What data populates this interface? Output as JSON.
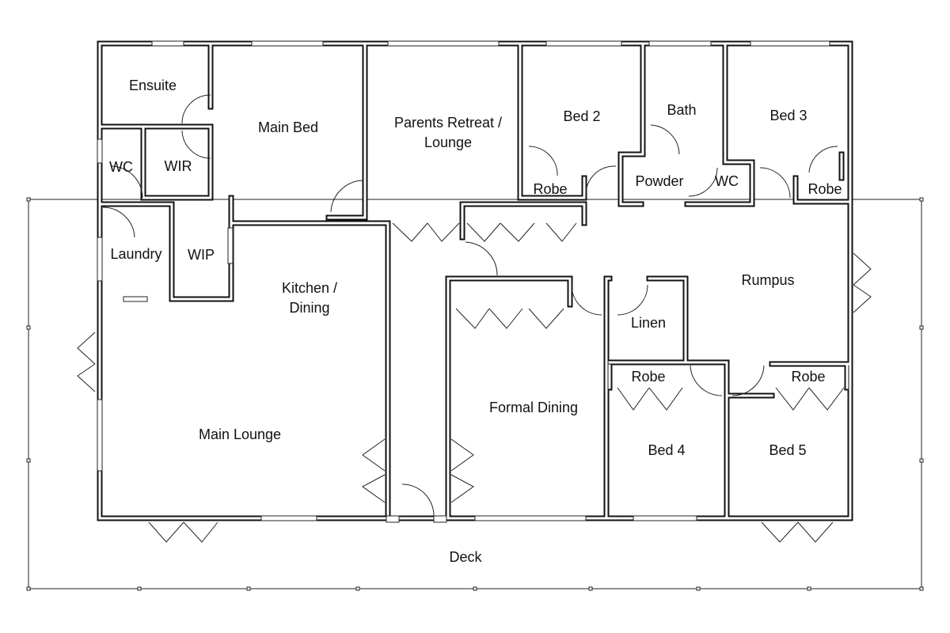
{
  "rooms": {
    "ensuite": "Ensuite",
    "main_bed": "Main Bed",
    "parents_retreat_1": "Parents Retreat /",
    "parents_retreat_2": "Lounge",
    "bed_2": "Bed 2",
    "bath": "Bath",
    "bed_3": "Bed 3",
    "wc_1": "WC",
    "wir": "WIR",
    "robe_1": "Robe",
    "powder": "Powder",
    "wc_2": "WC",
    "robe_2": "Robe",
    "laundry": "Laundry",
    "wip": "WIP",
    "kitchen_1": "Kitchen /",
    "kitchen_2": "Dining",
    "rumpus": "Rumpus",
    "linen": "Linen",
    "robe_3": "Robe",
    "robe_4": "Robe",
    "formal_dining": "Formal Dining",
    "main_lounge": "Main Lounge",
    "bed_4": "Bed 4",
    "bed_5": "Bed 5",
    "deck": "Deck"
  }
}
